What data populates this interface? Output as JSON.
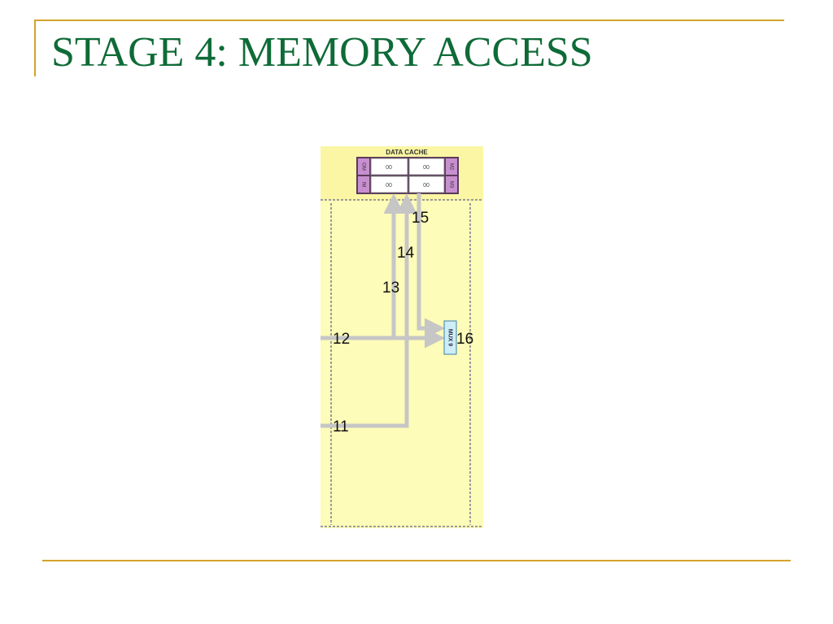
{
  "slide": {
    "title": "STAGE 4: MEMORY ACCESS"
  },
  "diagram": {
    "cache": {
      "label": "DATA CACHE",
      "cells": [
        "00",
        "00",
        "00",
        "00"
      ],
      "left_ports": [
        "OM",
        "IM"
      ],
      "right_ports": [
        "M2",
        "M3"
      ]
    },
    "mux": {
      "label": "MUX 9"
    },
    "signals": [
      "15",
      "14",
      "13",
      "12",
      "16",
      "11"
    ],
    "colors": {
      "panel": "#fdfcb8",
      "wire": "#c6c6c6",
      "port": "#c88fd0",
      "mux": "#cdeef6"
    }
  }
}
